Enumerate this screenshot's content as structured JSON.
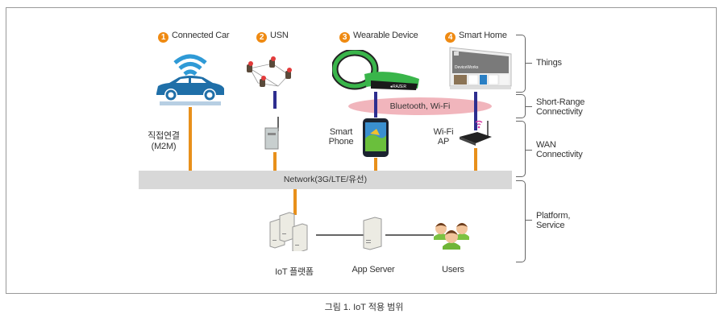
{
  "figure": {
    "caption": "그림 1. IoT 적용 범위"
  },
  "things": [
    {
      "num": "1",
      "label": "Connected Car",
      "icon": "connected-car-icon"
    },
    {
      "num": "2",
      "label": "USN",
      "icon": "sensor-network-icon"
    },
    {
      "num": "3",
      "label": "Wearable Device",
      "icon": "wearable-band-icon"
    },
    {
      "num": "4",
      "label": "Smart Home",
      "icon": "smart-tv-icon"
    }
  ],
  "short_range": {
    "label": "Bluetooth, Wi-Fi"
  },
  "wan_devices": [
    {
      "label_line1": "직접연결",
      "label_line2": "(M2M)"
    },
    {
      "label_line1": "Smart",
      "label_line2": "Phone",
      "icon": "smartphone-icon"
    },
    {
      "label_line1": "Wi-Fi",
      "label_line2": "AP",
      "icon": "wifi-router-icon"
    }
  ],
  "network": {
    "label": "Network(3G/LTE/유선)"
  },
  "platform": [
    {
      "label": "IoT 플랫폼",
      "icon": "server-cluster-icon"
    },
    {
      "label": "App Server",
      "icon": "server-icon"
    },
    {
      "label": "Users",
      "icon": "users-icon"
    }
  ],
  "layers": [
    {
      "line1": "Things",
      "line2": ""
    },
    {
      "line1": "Short-Range",
      "line2": "Connectivity"
    },
    {
      "line1": "WAN",
      "line2": "Connectivity"
    },
    {
      "line1": "Platform,",
      "line2": "Service"
    }
  ],
  "colors": {
    "accent_orange": "#ef8a12",
    "link_orange": "#e8901b",
    "link_blue": "#2e2e8f",
    "bluetooth_pink": "#f1b5bc",
    "network_gray": "#d8d8d8",
    "car_blue": "#1f6fa8"
  }
}
